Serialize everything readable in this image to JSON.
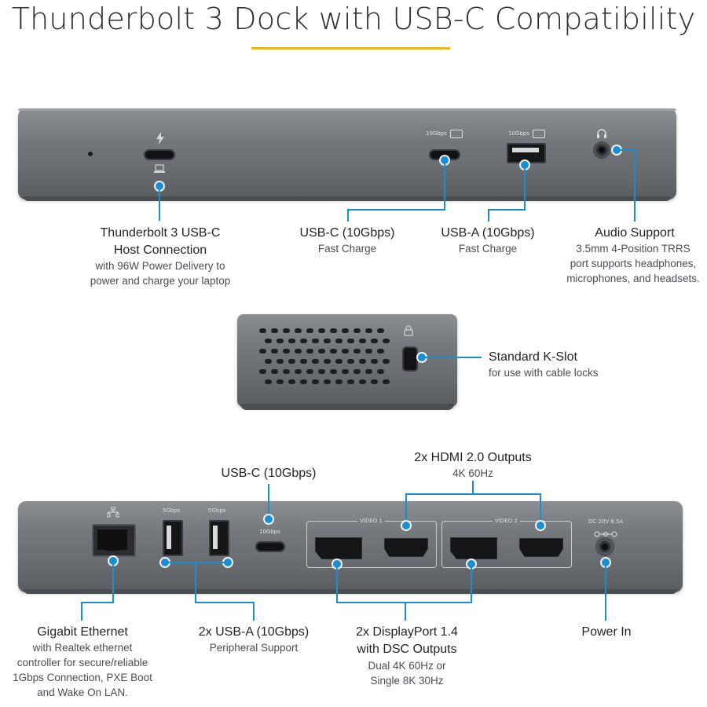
{
  "title": "Thunderbolt 3 Dock with USB-C Compatibility",
  "colors": {
    "accent": "#1a8fd0",
    "title_underline": "#f3b51c",
    "dock_gray": "#74777c"
  },
  "front_panel": {
    "port_labels": {
      "usbc_speed": "10Gbps",
      "usba_speed": "10Gbps"
    },
    "callouts": {
      "thunderbolt": {
        "heading_1": "Thunderbolt 3 USB-C",
        "heading_2": "Host Connection",
        "line_1": "with 96W Power Delivery to",
        "line_2": "power and charge your laptop"
      },
      "usbc": {
        "heading": "USB-C (10Gbps)",
        "line_1": "Fast Charge"
      },
      "usba": {
        "heading": "USB-A (10Gbps)",
        "line_1": "Fast Charge"
      },
      "audio": {
        "heading": "Audio Support",
        "line_1": "3.5mm 4-Position TRRS",
        "line_2": "port supports headphones,",
        "line_3": "microphones, and headsets."
      }
    }
  },
  "side_panel": {
    "callout": {
      "heading": "Standard K-Slot",
      "line_1": "for use with cable locks"
    }
  },
  "rear_panel": {
    "port_labels": {
      "usba_1": "5Gbps",
      "usba_2": "5Gbps",
      "usbc": "10Gbps",
      "video_1": "VIDEO 1",
      "video_2": "VIDEO 2",
      "dc_in": "DC 20V 8.5A"
    },
    "callouts": {
      "usbc": {
        "heading": "USB-C (10Gbps)"
      },
      "hdmi": {
        "heading": "2x HDMI 2.0 Outputs",
        "line_1": "4K 60Hz"
      },
      "ethernet": {
        "heading": "Gigabit Ethernet",
        "line_1": "with Realtek ethernet",
        "line_2": "controller for secure/reliable",
        "line_3": "1Gbps Connection, PXE Boot",
        "line_4": "and Wake On LAN."
      },
      "usba": {
        "heading": "2x USB-A (10Gbps)",
        "line_1": "Peripheral Support"
      },
      "displayport": {
        "heading_1": "2x DisplayPort 1.4",
        "heading_2": "with DSC Outputs",
        "line_1": "Dual 4K 60Hz or",
        "line_2": "Single 8K 30Hz"
      },
      "power": {
        "heading": "Power In"
      }
    }
  }
}
